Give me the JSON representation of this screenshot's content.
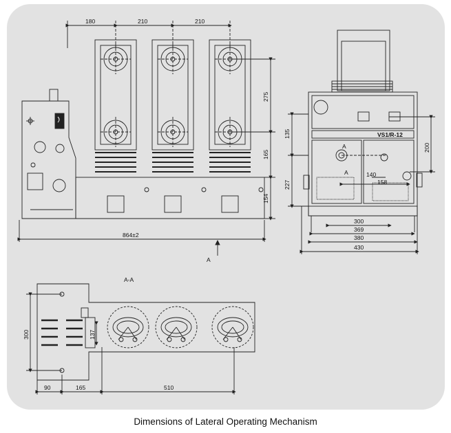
{
  "caption": "Dimensions of Lateral Operating Mechanism",
  "section_label": "A-A",
  "view_marker": "A",
  "front_view": {
    "dim_top": [
      "180",
      "210",
      "210"
    ],
    "dim_right": [
      "275",
      "165",
      "154"
    ],
    "dim_bottom": "864±2"
  },
  "side_view": {
    "model_label": "VS1/R-12",
    "dim_left": [
      "135",
      "227"
    ],
    "dim_right": "200",
    "dim_inner": [
      "140",
      "158"
    ],
    "dim_bottom": [
      "300",
      "369",
      "380",
      "430"
    ]
  },
  "section_view": {
    "dim_left": [
      "300",
      "137"
    ],
    "dim_bottom": [
      "90",
      "165",
      "510"
    ]
  },
  "colors": {
    "panel": "#e2e2e2",
    "line": "#222222"
  }
}
